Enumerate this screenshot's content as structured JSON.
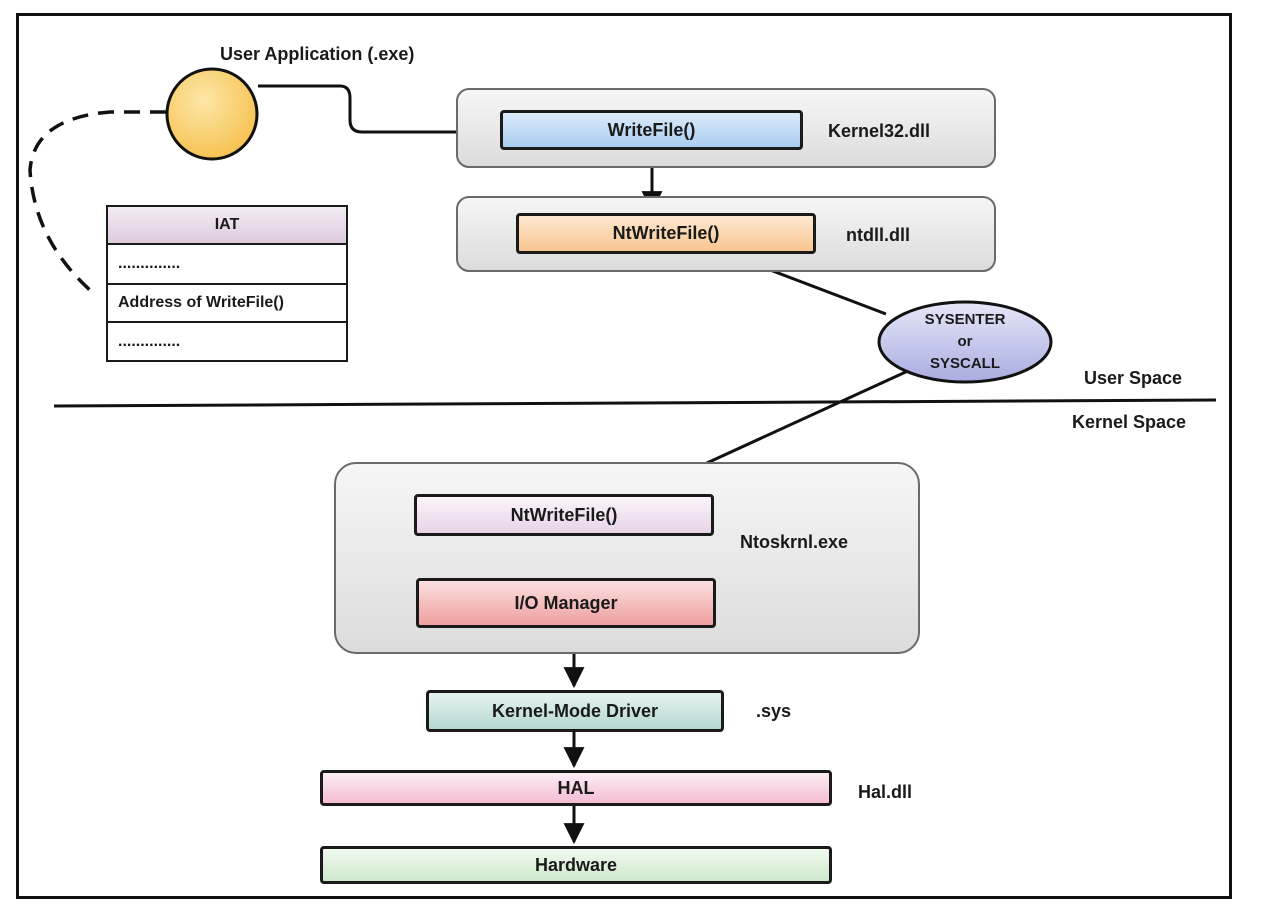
{
  "user_app": {
    "label": "User Application (.exe)"
  },
  "iat": {
    "header": "IAT",
    "rows": [
      "..............",
      "Address of WriteFile()",
      ".............."
    ]
  },
  "kernel32": {
    "function": "WriteFile()",
    "module": "Kernel32.dll"
  },
  "ntdll": {
    "function": "NtWriteFile()",
    "module": "ntdll.dll"
  },
  "transition": {
    "line1": "SYSENTER",
    "line2": "or",
    "line3": "SYSCALL"
  },
  "boundary": {
    "user_space": "User Space",
    "kernel_space": "Kernel Space"
  },
  "ntoskrnl": {
    "function": "NtWriteFile()",
    "io_manager": "I/O Manager",
    "module": "Ntoskrnl.exe"
  },
  "driver": {
    "label": "Kernel-Mode Driver",
    "module": ".sys"
  },
  "hal": {
    "label": "HAL",
    "module": "Hal.dll"
  },
  "hardware": {
    "label": "Hardware"
  },
  "colors": {
    "kernel32_box": "#bcd8f4",
    "ntdll_box": "#fbd6ae",
    "nt_kernel_box": "#efe0ef",
    "io_manager_box": "#f3b4b4",
    "driver_box": "#c4e0dc",
    "hal_box": "#f8cde0",
    "hardware_box": "#d7edd5",
    "iat_header": "#e6d7e6",
    "user_app_circle": "#f8c75a",
    "syscall_ellipse": "#c7c9ec"
  }
}
